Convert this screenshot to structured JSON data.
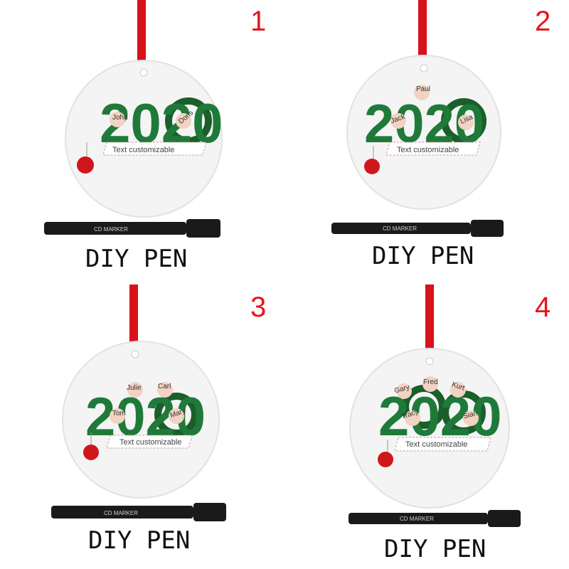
{
  "panels": [
    {
      "number": "1",
      "year": "2020",
      "names": [
        "John",
        "Doris"
      ],
      "text": "Text  customizable",
      "caption": "DIY PEN",
      "pen_label": "CD MARKER"
    },
    {
      "number": "2",
      "year": "2020",
      "names": [
        "Paul",
        "Jack",
        "Lisa"
      ],
      "text": "Text  customizable",
      "caption": "DIY PEN",
      "pen_label": "CD MARKER"
    },
    {
      "number": "3",
      "year": "2020",
      "names": [
        "Julie",
        "Carl",
        "Tom",
        "Mary"
      ],
      "text": "Text  customizable",
      "caption": "DIY PEN",
      "pen_label": "CD MARKER"
    },
    {
      "number": "4",
      "year": "2020",
      "names": [
        "Gary",
        "Fred",
        "Kurt",
        "Tracy",
        "Sian"
      ],
      "text": "Text  customizable",
      "caption": "DIY PEN",
      "pen_label": "CD MARKER"
    }
  ],
  "colors": {
    "number": "#e8141c",
    "ribbon": "#d7121b",
    "digit_green": "#1f7a3a",
    "wreath": "#1b5e2a",
    "bauble": "#d0161d",
    "pen": "#1a1a1a"
  }
}
